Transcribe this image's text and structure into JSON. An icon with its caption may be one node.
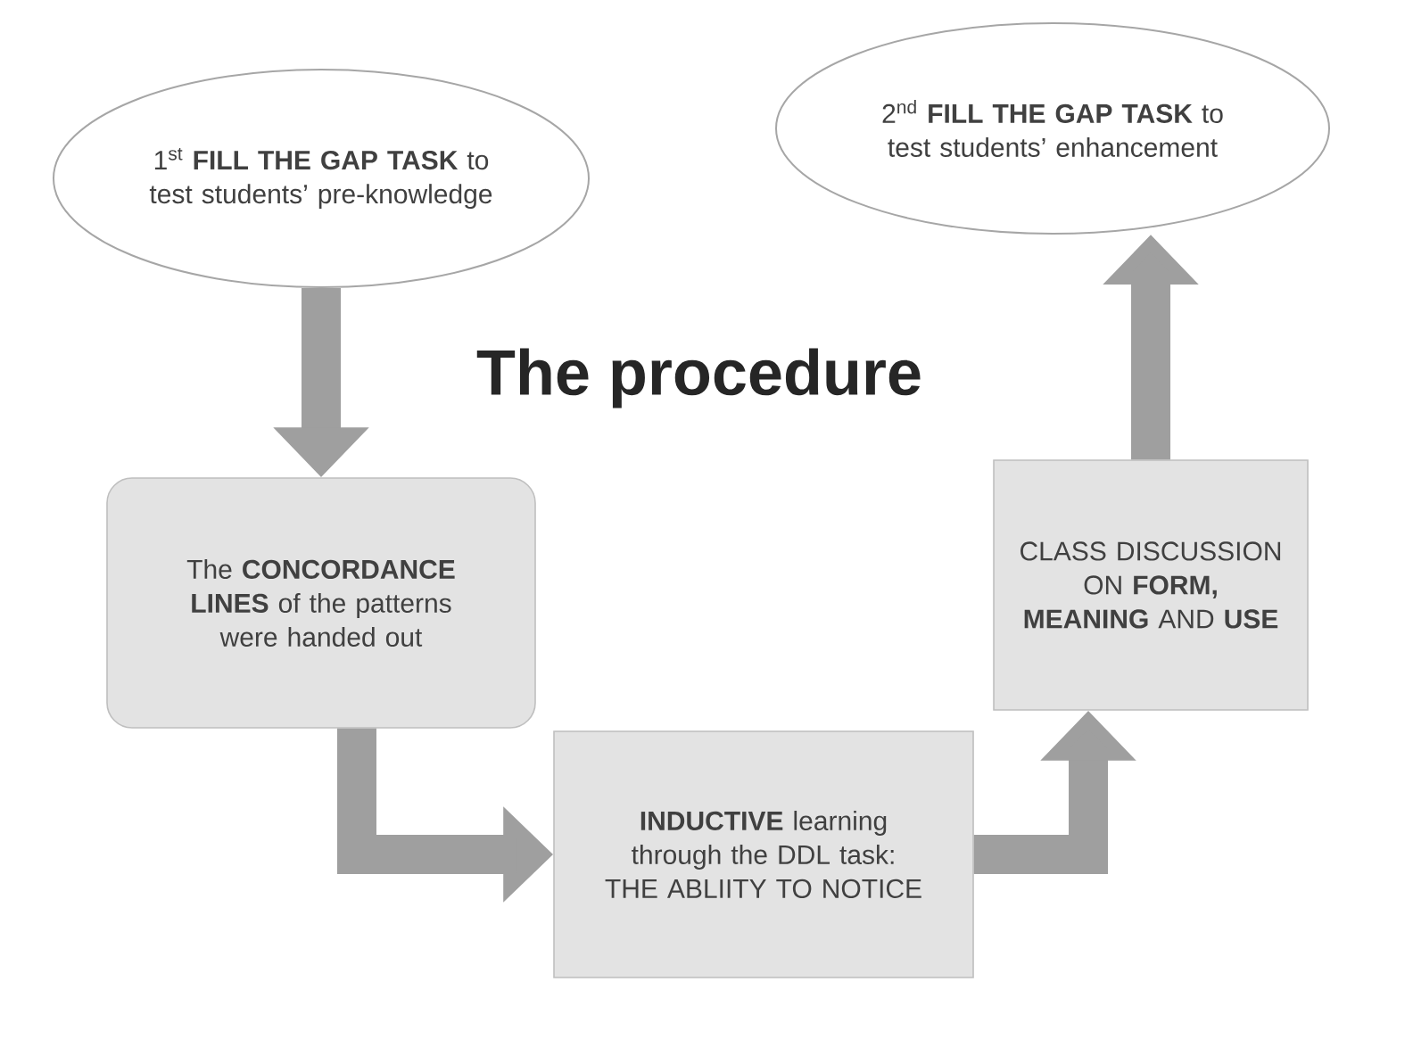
{
  "diagram": {
    "title": "The procedure",
    "nodes": [
      {
        "text": [
          "1$^{st}$ **FILL THE GAP TASK** to test students’ pre-knowledge"
        ]
      },
      {
        "text": [
          "The **CONCORDANCE LINES** of the patterns were handed out"
        ]
      },
      {
        "text": [
          "**INDUCTIVE** learning through the DDL task: THE ABLIITY TO NOTICE"
        ]
      },
      {
        "text": [
          "CLASS DISCUSSION ON **FORM, MEANING** AND **USE**"
        ]
      },
      {
        "text": [
          "2$^{nd}$ **FILL THE GAP TASK** to test students’ enhancement"
        ]
      }
    ],
    "edges": [
      {
        "from": 0,
        "to": 1,
        "arrow": "to"
      },
      {
        "from": 1,
        "to": 2,
        "arrow": "to"
      },
      {
        "from": 2,
        "to": 3,
        "arrow": "to"
      },
      {
        "from": 3,
        "to": 4,
        "arrow": "to"
      }
    ]
  }
}
